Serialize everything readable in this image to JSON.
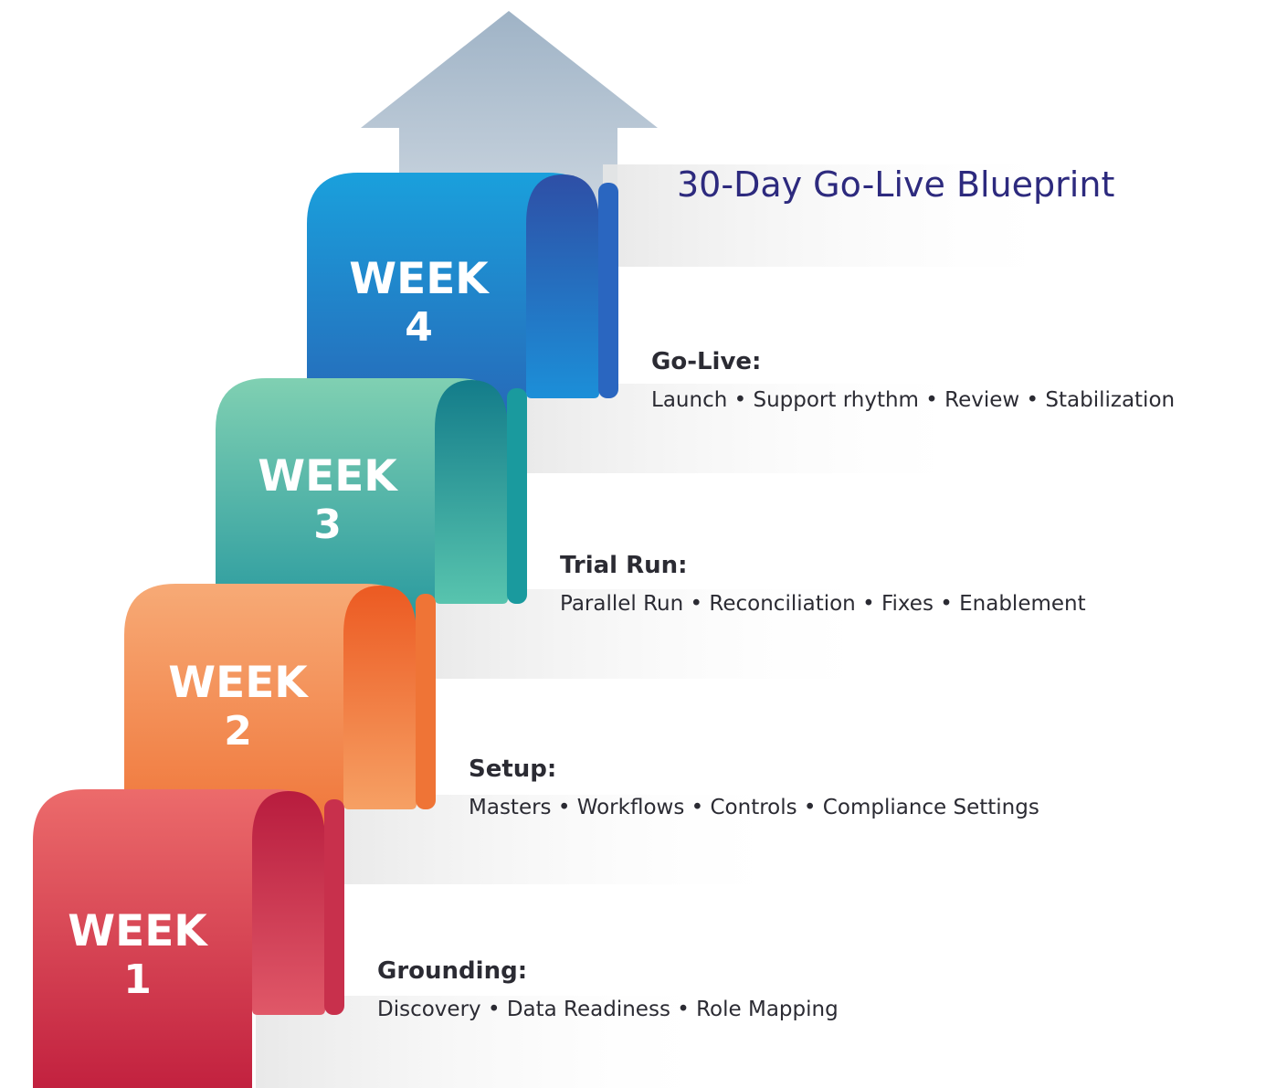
{
  "title": "30-Day Go-Live Blueprint",
  "colors": {
    "title": "#2d2a7e",
    "week1": "#d0304c",
    "week2": "#f28a4e",
    "week3": "#2aae9e",
    "week4": "#2a7fd0",
    "arrow": "#b8c6d4"
  },
  "steps": [
    {
      "week_word": "WEEK",
      "week_num": "1",
      "heading": "Grounding:",
      "items": "Discovery • Data Readiness • Role Mapping"
    },
    {
      "week_word": "WEEK",
      "week_num": "2",
      "heading": "Setup:",
      "items": "Masters • Workflows • Controls • Compliance Settings"
    },
    {
      "week_word": "WEEK",
      "week_num": "3",
      "heading": "Trial Run:",
      "items": "Parallel Run • Reconciliation • Fixes • Enablement"
    },
    {
      "week_word": "WEEK",
      "week_num": "4",
      "heading": "Go-Live:",
      "items": "Launch • Support rhythm • Review • Stabilization"
    }
  ]
}
